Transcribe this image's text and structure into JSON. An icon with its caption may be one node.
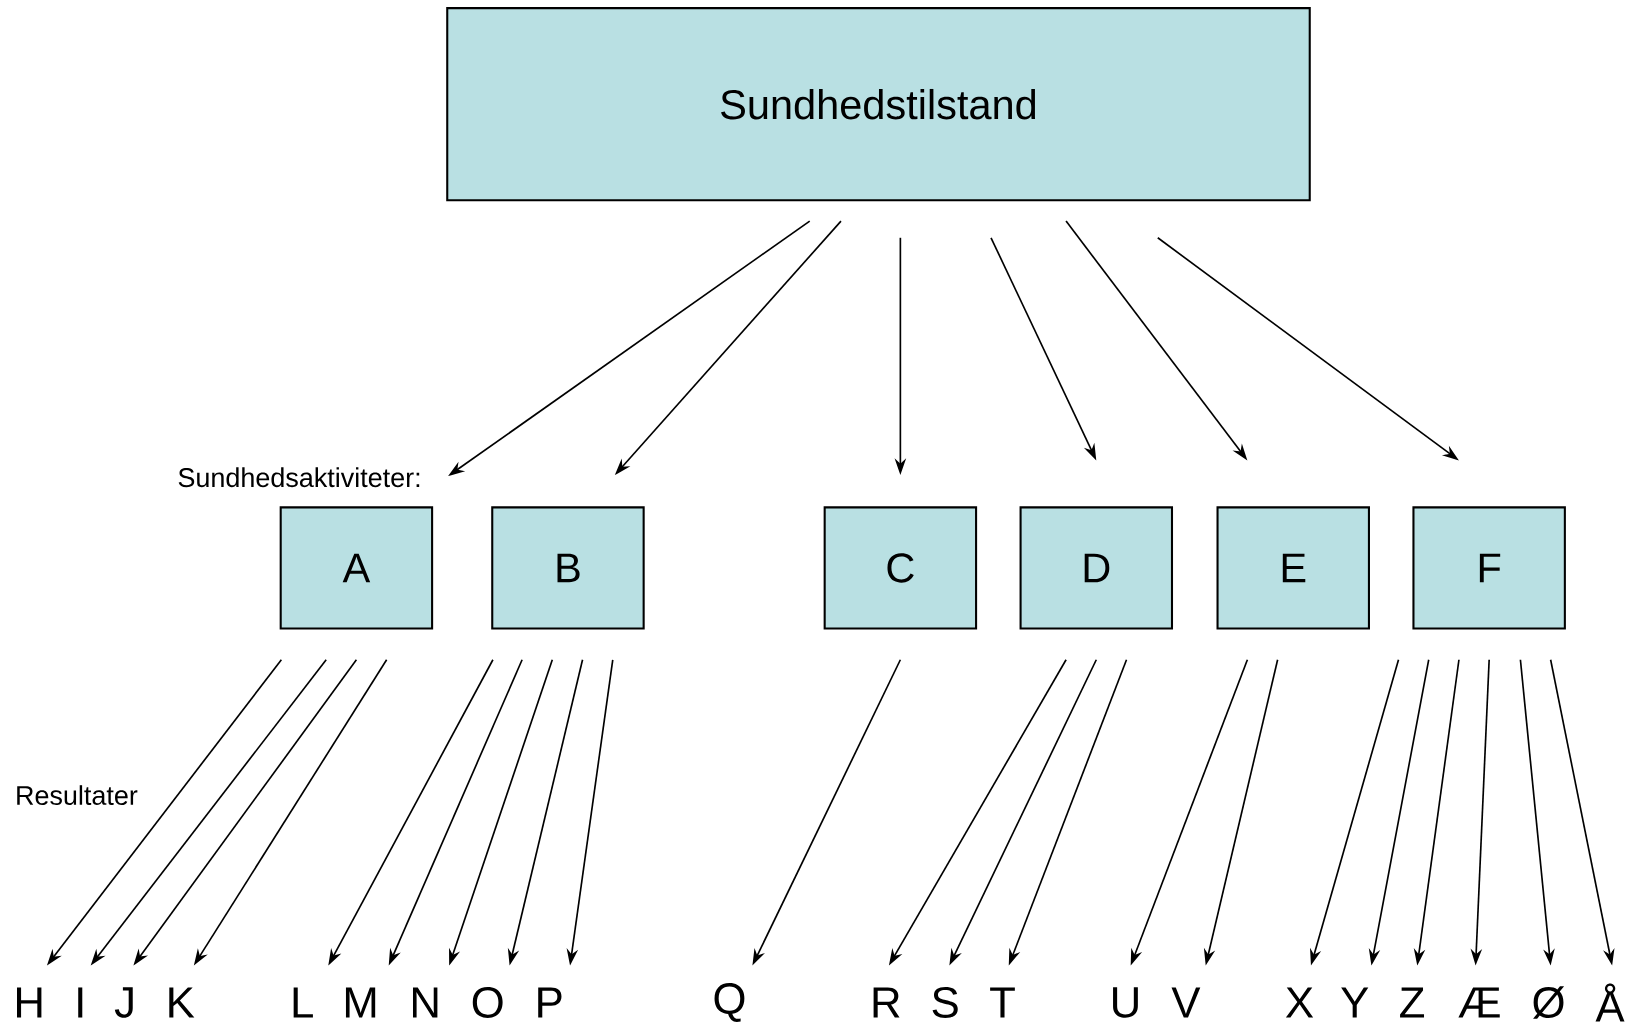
{
  "diagram": {
    "nodes": [
      {
        "text": [
          "Sundhedstilstand"
        ]
      },
      {
        "text": [
          "A"
        ]
      },
      {
        "text": [
          "B"
        ]
      },
      {
        "text": [
          "C"
        ]
      },
      {
        "text": [
          "D"
        ]
      },
      {
        "text": [
          "E"
        ]
      },
      {
        "text": [
          "F"
        ]
      },
      {
        "text": [
          "H"
        ]
      },
      {
        "text": [
          "I"
        ]
      },
      {
        "text": [
          "J"
        ]
      },
      {
        "text": [
          "K"
        ]
      },
      {
        "text": [
          "L"
        ]
      },
      {
        "text": [
          "M"
        ]
      },
      {
        "text": [
          "N"
        ]
      },
      {
        "text": [
          "O"
        ]
      },
      {
        "text": [
          "P"
        ]
      },
      {
        "text": [
          "Q"
        ]
      },
      {
        "text": [
          "R"
        ]
      },
      {
        "text": [
          "S"
        ]
      },
      {
        "text": [
          "T"
        ]
      },
      {
        "text": [
          "U"
        ]
      },
      {
        "text": [
          "V"
        ]
      },
      {
        "text": [
          "X"
        ]
      },
      {
        "text": [
          "Y"
        ]
      },
      {
        "text": [
          "Z"
        ]
      },
      {
        "text": [
          "Æ"
        ]
      },
      {
        "text": [
          "Ø"
        ]
      },
      {
        "text": [
          "Å"
        ]
      }
    ],
    "edges": [
      {
        "from": 0,
        "to": 1,
        "arrow": "to"
      },
      {
        "from": 0,
        "to": 2,
        "arrow": "to"
      },
      {
        "from": 0,
        "to": 3,
        "arrow": "to"
      },
      {
        "from": 0,
        "to": 4,
        "arrow": "to"
      },
      {
        "from": 0,
        "to": 5,
        "arrow": "to"
      },
      {
        "from": 0,
        "to": 6,
        "arrow": "to"
      },
      {
        "from": 1,
        "to": 7,
        "arrow": "to"
      },
      {
        "from": 1,
        "to": 8,
        "arrow": "to"
      },
      {
        "from": 1,
        "to": 9,
        "arrow": "to"
      },
      {
        "from": 1,
        "to": 10,
        "arrow": "to"
      },
      {
        "from": 2,
        "to": 11,
        "arrow": "to"
      },
      {
        "from": 2,
        "to": 12,
        "arrow": "to"
      },
      {
        "from": 2,
        "to": 13,
        "arrow": "to"
      },
      {
        "from": 2,
        "to": 14,
        "arrow": "to"
      },
      {
        "from": 2,
        "to": 15,
        "arrow": "to"
      },
      {
        "from": 3,
        "to": 16,
        "arrow": "to"
      },
      {
        "from": 4,
        "to": 17,
        "arrow": "to"
      },
      {
        "from": 4,
        "to": 18,
        "arrow": "to"
      },
      {
        "from": 4,
        "to": 19,
        "arrow": "to"
      },
      {
        "from": 5,
        "to": 20,
        "arrow": "to"
      },
      {
        "from": 5,
        "to": 21,
        "arrow": "to"
      },
      {
        "from": 6,
        "to": 22,
        "arrow": "to"
      },
      {
        "from": 6,
        "to": 23,
        "arrow": "to"
      },
      {
        "from": 6,
        "to": 24,
        "arrow": "to"
      },
      {
        "from": 6,
        "to": 25,
        "arrow": "to"
      },
      {
        "from": 6,
        "to": 26,
        "arrow": "to"
      },
      {
        "from": 6,
        "to": 27,
        "arrow": "to"
      }
    ],
    "labels": [
      "Sundhedsaktiviteter:",
      "Resultater"
    ]
  }
}
